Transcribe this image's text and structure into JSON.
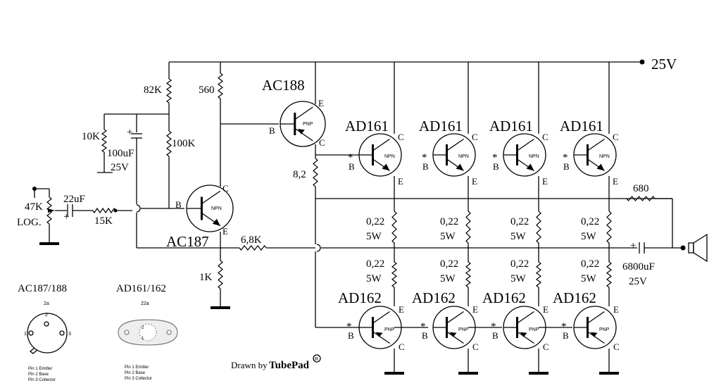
{
  "supply": {
    "label": "25V"
  },
  "resistors": {
    "r82k": "82K",
    "r560": "560",
    "r10k": "10K",
    "r100k": "100K",
    "r15k": "15K",
    "r1k": "1K",
    "r68k": "6,8K",
    "r82": "8,2",
    "r680": "680",
    "pot": "47K",
    "pot_type": "LOG.",
    "emitter": [
      "0,22",
      "5W"
    ]
  },
  "capacitors": {
    "c100u": "100uF",
    "c100u_v": "25V",
    "c22u": "22uF",
    "c6800u": "6800uF",
    "c6800u_v": "25V",
    "plus": "+"
  },
  "transistors": {
    "ac188": "AC188",
    "ac187": "AC187",
    "ad161": "AD161",
    "ad162": "AD162",
    "npn": "NPN",
    "pnp": "PNP",
    "e": "E",
    "b": "B",
    "c": "C",
    "star": "*"
  },
  "pinouts": {
    "small": {
      "title": "AC187/188",
      "pkg": "2a",
      "pins": [
        "1",
        "2",
        "3"
      ],
      "legend": [
        "Pin 1   Emitter",
        "Pin 2   Base",
        "Pin 3   Collector"
      ]
    },
    "power": {
      "title": "AD161/162",
      "pkg": "22a",
      "pins": [
        "2",
        "1"
      ],
      "legend": [
        "Pin 1   Emitter",
        "Pin 2   Base",
        "Pin 3   Collector"
      ]
    }
  },
  "credit": {
    "prefix": "Drawn by",
    "name": "TubePad",
    "mark": "R"
  }
}
